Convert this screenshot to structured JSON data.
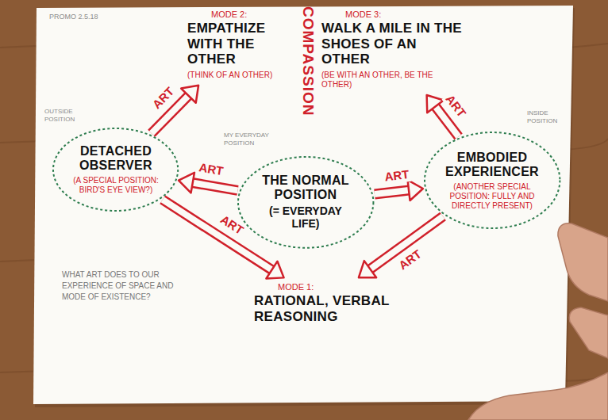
{
  "diagram": {
    "nodes": [
      {
        "text": [
          "MODE 2:",
          "EMPATHIZE WITH THE OTHER",
          "(THINK OF AN OTHER)"
        ]
      },
      {
        "text": [
          "MODE 3:",
          "WALK A MILE IN THE SHOES OF AN OTHER",
          "(BE WITH AN OTHER, BE THE OTHER)"
        ]
      },
      {
        "text": [
          "DETACHED OBSERVER",
          "(A SPECIAL POSITION: BIRD'S EYE VIEW?)"
        ]
      },
      {
        "text": [
          "THE NORMAL POSITION",
          "(= EVERYDAY LIFE)"
        ]
      },
      {
        "text": [
          "EMBODIED EXPERIENCER",
          "(ANOTHER SPECIAL POSITION: FULLY AND DIRECTLY PRESENT)"
        ]
      },
      {
        "text": [
          "MODE 1:",
          "RATIONAL, VERBAL REASONING"
        ]
      }
    ],
    "edges": [
      {
        "from": 3,
        "to": 2,
        "arrow": "to",
        "label": "ART"
      },
      {
        "from": 3,
        "to": 4,
        "arrow": "to",
        "label": "ART"
      },
      {
        "from": 2,
        "to": 0,
        "arrow": "to",
        "label": "ART"
      },
      {
        "from": 2,
        "to": 5,
        "arrow": "to",
        "label": "ART"
      },
      {
        "from": 4,
        "to": 1,
        "arrow": "to",
        "label": "ART"
      },
      {
        "from": 4,
        "to": 5,
        "arrow": "to",
        "label": "ART"
      }
    ],
    "labels": [
      "PROMO 2.5.18",
      "COMPASSION",
      "OUTSIDE POSITION",
      "MY EVERYDAY POSITION",
      "INSIDE POSITION",
      "WHAT ART DOES TO OUR EXPERIENCE OF SPACE AND MODE OF EXISTENCE?"
    ]
  }
}
